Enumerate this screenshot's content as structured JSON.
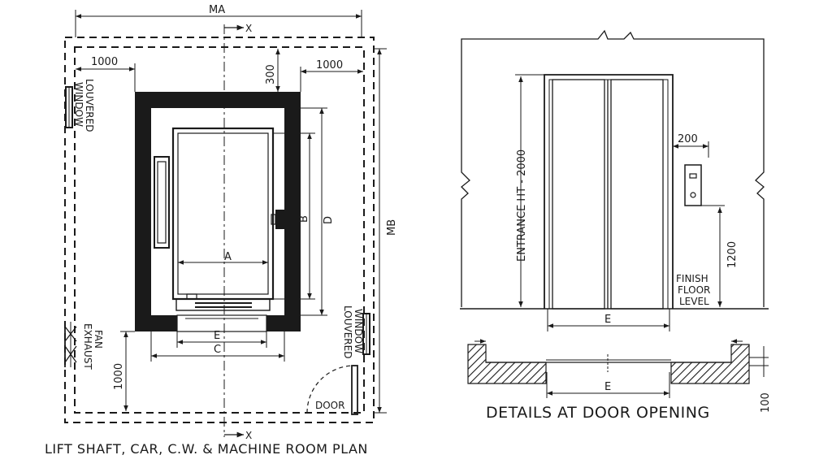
{
  "plan": {
    "caption": "LIFT SHAFT, CAR, C.W. & MACHINE ROOM PLAN",
    "dims": {
      "ma": "MA",
      "mb": "MB",
      "left_1000": "1000",
      "right_1000": "1000",
      "top_300": "300",
      "a": "A",
      "b": "B",
      "c": "C",
      "d": "D",
      "e": "E",
      "bottom_1000": "1000"
    },
    "labels": {
      "louvered_window_1": [
        "LOUVERED",
        "WINDOW"
      ],
      "louvered_window_2": [
        "LOUVERED",
        "WINDOW"
      ],
      "exhaust_fan": [
        "EXHAUST",
        "FAN"
      ],
      "door": "DOOR",
      "axis_top": "X",
      "axis_bottom": "X"
    }
  },
  "details": {
    "caption": "DETAILS AT DOOR OPENING",
    "dims": {
      "entrance_ht": "ENTRANCE  HT - 2000",
      "d200": "200",
      "d1200": "1200",
      "e_elev": "E",
      "e_sect": "E",
      "d100": "100"
    },
    "labels": {
      "finish_floor_level": [
        "FINISH",
        "FLOOR",
        "LEVEL"
      ]
    }
  }
}
